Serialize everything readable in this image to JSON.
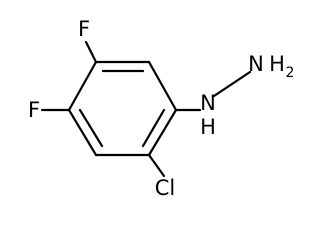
{
  "molecule": {
    "atoms": {
      "f_top": "F",
      "f_left": "F",
      "nh": "H",
      "nh_n": "N",
      "nh2_n": "N",
      "nh2_h": "H",
      "nh2_sub": "2",
      "cl": "Cl"
    }
  }
}
